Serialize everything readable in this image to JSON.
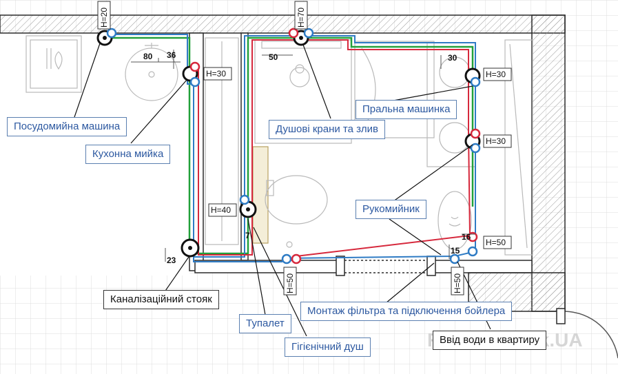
{
  "diagram": {
    "risers": [
      {
        "id": "h20",
        "label": "H=20"
      },
      {
        "id": "h70",
        "label": "H=70"
      },
      {
        "id": "h30a",
        "label": "H=30"
      },
      {
        "id": "h30b",
        "label": "H=30"
      },
      {
        "id": "h30c",
        "label": "H=30"
      },
      {
        "id": "h40",
        "label": "H=40"
      },
      {
        "id": "h50a",
        "label": "H=50"
      },
      {
        "id": "h50b",
        "label": "H=50"
      },
      {
        "id": "h50c",
        "label": "H=50"
      }
    ],
    "dimensions": [
      "80",
      "36",
      "50",
      "30",
      "23",
      "7",
      "16",
      "15"
    ],
    "callouts": {
      "dishwasher": "Посудомийна машина",
      "kitchen_sink": "Кухонна мийка",
      "shower": "Душові крани та злив",
      "washing_machine": "Пральна машинка",
      "washbasin": "Рукомийник",
      "sewer_riser": "Каналізаційний стояк",
      "toilet": "Тупалет",
      "hygienic_shower": "Гігієнічний душ",
      "filter_boiler": "Монтаж фільтра та підключення бойлера",
      "water_inlet": "Ввід води в квартиру"
    },
    "watermark": "RaiSantehnik.UA",
    "colors": {
      "cold": "#2e7bc4",
      "hot": "#d6283c",
      "sewer": "#22a03a",
      "wall": "#2a2a2a",
      "label_text": "#2c58a0"
    }
  }
}
